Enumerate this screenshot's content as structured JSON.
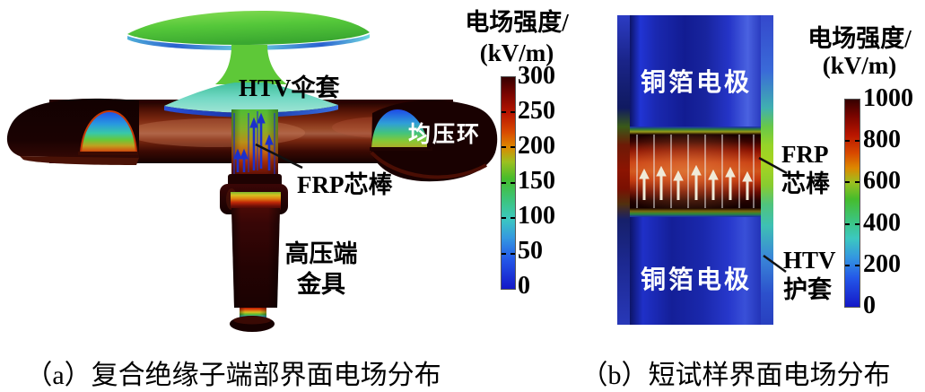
{
  "figure": {
    "panel_a": {
      "caption": "（a）复合绝缘子端部界面电场分布",
      "labels": {
        "htv_shed": "HTV伞套",
        "grading_ring": "均压环",
        "frp_rod": "FRP芯棒",
        "hv_fitting_line1": "高压端",
        "hv_fitting_line2": "金具"
      },
      "colorbar": {
        "title_line1": "电场强度/",
        "title_line2": "(kV/m)",
        "ticks": [
          "300",
          "250",
          "200",
          "150",
          "100",
          "50",
          "0"
        ]
      }
    },
    "panel_b": {
      "caption": "（b）短试样界面电场分布",
      "labels": {
        "copper_electrode_top": "铜箔电极",
        "copper_electrode_bottom": "铜箔电极",
        "frp_line1": "FRP",
        "frp_line2": "芯棒",
        "htv_line1": "HTV",
        "htv_line2": "护套"
      },
      "colorbar": {
        "title_line1": "电场强度/",
        "title_line2": "(kV/m)",
        "ticks": [
          "1000",
          "800",
          "600",
          "400",
          "200",
          "0"
        ]
      }
    }
  },
  "chart_data": [
    {
      "type": "heatmap",
      "title": "（a）复合绝缘子端部界面电场分布",
      "colorbar_label": "电场强度/(kV/m)",
      "colorbar_range": [
        0,
        300
      ],
      "colorbar_ticks": [
        300,
        250,
        200,
        150,
        100,
        50,
        0
      ],
      "colormap": "rainbow: 0=deep blue (#1418c8) → cyan → green → orange → 300=dark red (#350000)",
      "legend_position": "right",
      "annotations": [
        "HTV伞套",
        "均压环",
        "FRP芯棒",
        "高压端金具"
      ],
      "regions": [
        {
          "name": "HTV伞套(上伞裙)",
          "approx_field": "green/cyan, ~100-180 kV/m"
        },
        {
          "name": "均压环",
          "approx_field": "dark red surface ~280-300 kV/m, cut faces show blue→red gradient 0-300"
        },
        {
          "name": "FRP芯棒",
          "approx_field": "green→red downward gradient with upward blue field arrows"
        },
        {
          "name": "高压端金具",
          "approx_field": "dark red ~300 kV/m with rainbow transition bands"
        }
      ]
    },
    {
      "type": "heatmap",
      "title": "（b）短试样界面电场分布",
      "colorbar_label": "电场强度/(kV/m)",
      "colorbar_range": [
        0,
        1000
      ],
      "colorbar_ticks": [
        1000,
        800,
        600,
        400,
        200,
        0
      ],
      "colormap": "rainbow: 0=deep blue (#1418c8) → cyan → green → orange → 1000=dark red (#350000)",
      "legend_position": "right",
      "annotations": [
        "铜箔电极(上)",
        "FRP芯棒",
        "HTV护套",
        "铜箔电极(下)"
      ],
      "regions": [
        {
          "name": "铜箔电极(上)",
          "approx_field": "blue, ~0-150 kV/m"
        },
        {
          "name": "FRP芯棒界面层",
          "approx_field": "red/dark-red band ~700-1000 kV/m, white upward field arrows"
        },
        {
          "name": "HTV护套(侧边)",
          "approx_field": "green/cyan edge stripes ~400-600 kV/m"
        },
        {
          "name": "铜箔电极(下)",
          "approx_field": "blue, ~0-150 kV/m"
        }
      ]
    }
  ],
  "colors": {
    "field_max_color": "#350000",
    "field_min_color": "#1418c8",
    "background": "#ffffff"
  }
}
